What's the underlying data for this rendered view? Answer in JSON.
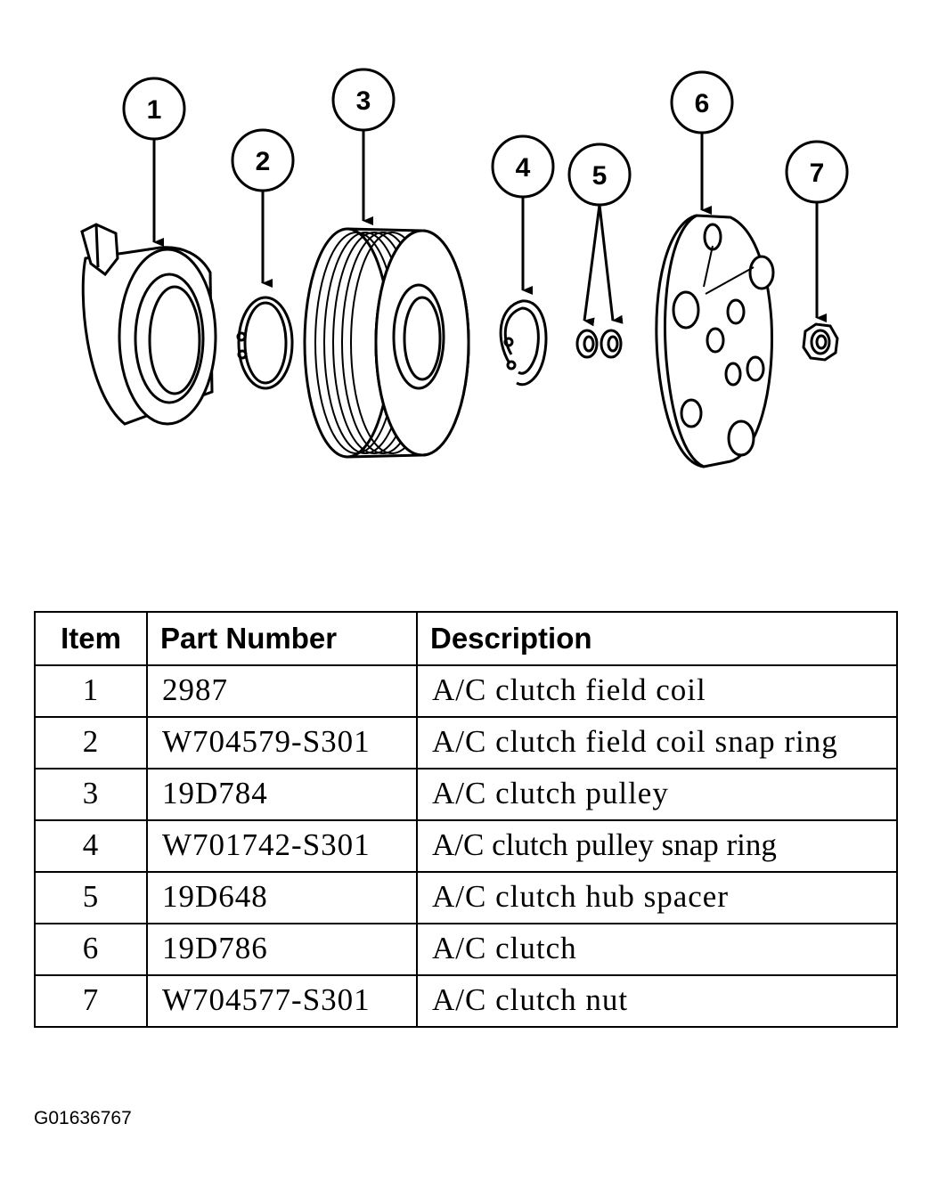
{
  "callouts": [
    "1",
    "2",
    "3",
    "4",
    "5",
    "6",
    "7"
  ],
  "table": {
    "headers": {
      "item": "Item",
      "part_number": "Part Number",
      "description": "Description"
    },
    "rows": [
      {
        "item": "1",
        "part_number": "2987",
        "description": "A/C clutch field coil"
      },
      {
        "item": "2",
        "part_number": "W704579-S301",
        "description": "A/C clutch field coil snap ring"
      },
      {
        "item": "3",
        "part_number": "19D784",
        "description": "A/C clutch pulley"
      },
      {
        "item": "4",
        "part_number": "W701742-S301",
        "description": "A/C clutch pulley snap ring"
      },
      {
        "item": "5",
        "part_number": "19D648",
        "description": "A/C clutch hub spacer"
      },
      {
        "item": "6",
        "part_number": "19D786",
        "description": "A/C clutch"
      },
      {
        "item": "7",
        "part_number": "W704577-S301",
        "description": "A/C clutch nut"
      }
    ]
  },
  "figure_id": "G01636767"
}
